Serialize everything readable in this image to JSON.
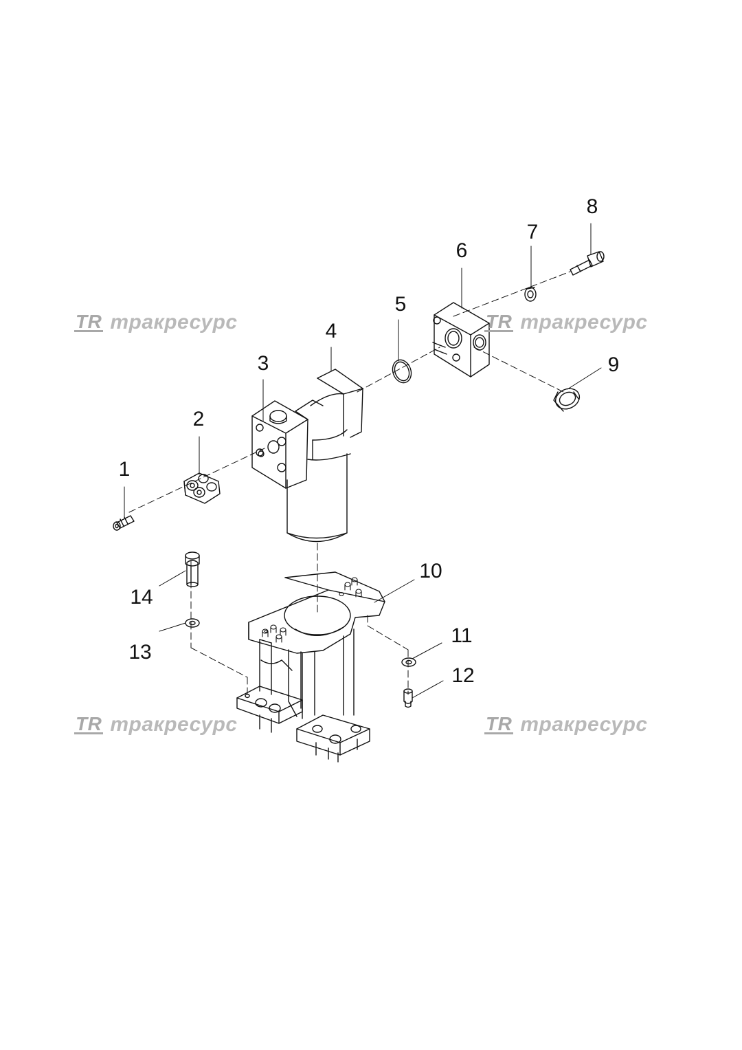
{
  "diagram": {
    "callouts": [
      "1",
      "2",
      "3",
      "4",
      "5",
      "6",
      "7",
      "8",
      "9",
      "10",
      "11",
      "12",
      "13",
      "14"
    ]
  },
  "watermark": {
    "logo": "TR",
    "text": "тракресурс"
  },
  "colors": {
    "line": "#111111",
    "watermark": "#b9b9b9",
    "background": "#ffffff"
  }
}
